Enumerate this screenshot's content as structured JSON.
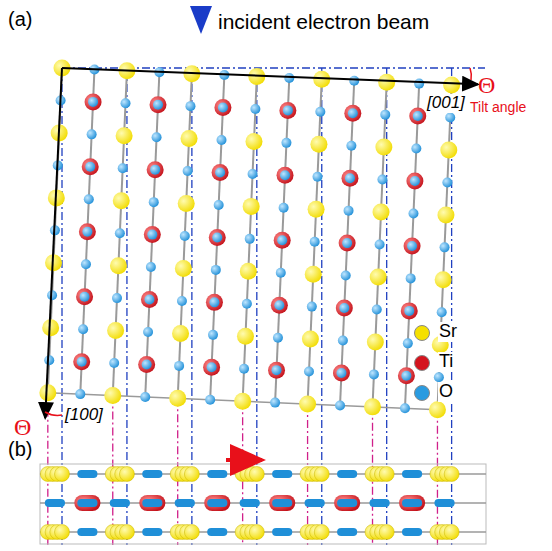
{
  "diagram": {
    "labels": [
      "(a)",
      "incident electron beam",
      "Θ",
      "[001]",
      "Tilt angle",
      "Θ",
      "[100]",
      "(b)"
    ],
    "legend": [
      {
        "text": "Sr",
        "color": "#f5e000"
      },
      {
        "text": "Ti",
        "color": "#d4141e"
      },
      {
        "text": "O",
        "color": "#2a9be0"
      }
    ]
  }
}
